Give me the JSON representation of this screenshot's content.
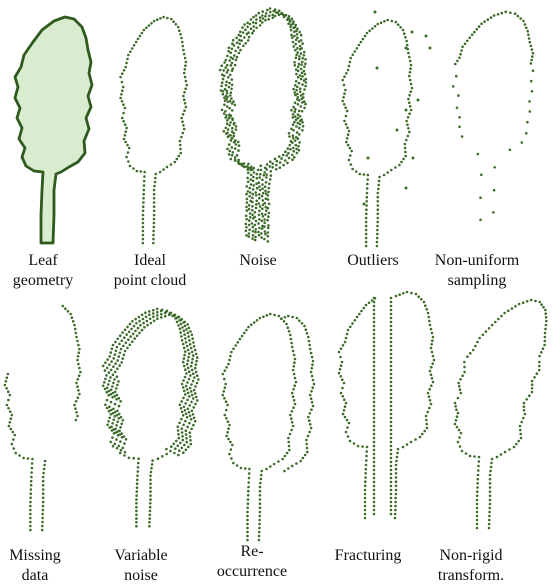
{
  "colors": {
    "leaf_fill": "#d9ecd0",
    "leaf_stroke": "#2f5a1e",
    "points": "#3d6b2a"
  },
  "panels": [
    {
      "id": "leaf-geometry",
      "caption": "Leaf\ngeometry",
      "variant": "solid"
    },
    {
      "id": "ideal-point-cloud",
      "caption": "Ideal\npoint cloud",
      "variant": "ideal"
    },
    {
      "id": "noise",
      "caption": "Noise",
      "variant": "noise"
    },
    {
      "id": "outliers",
      "caption": "Outliers",
      "variant": "outliers"
    },
    {
      "id": "non-uniform-sampling",
      "caption": "Non-uniform\nsampling",
      "variant": "nonuniform"
    },
    {
      "id": "missing-data",
      "caption": "Missing\ndata",
      "variant": "missing"
    },
    {
      "id": "variable-noise",
      "caption": "Variable\nnoise",
      "variant": "variable"
    },
    {
      "id": "re-occurrence",
      "caption": "Re-\noccurrence",
      "variant": "reoccur"
    },
    {
      "id": "fracturing",
      "caption": "Fracturing",
      "variant": "fracture"
    },
    {
      "id": "non-rigid-transform",
      "caption": "Non-rigid\ntransform.",
      "variant": "nonrigid"
    }
  ]
}
